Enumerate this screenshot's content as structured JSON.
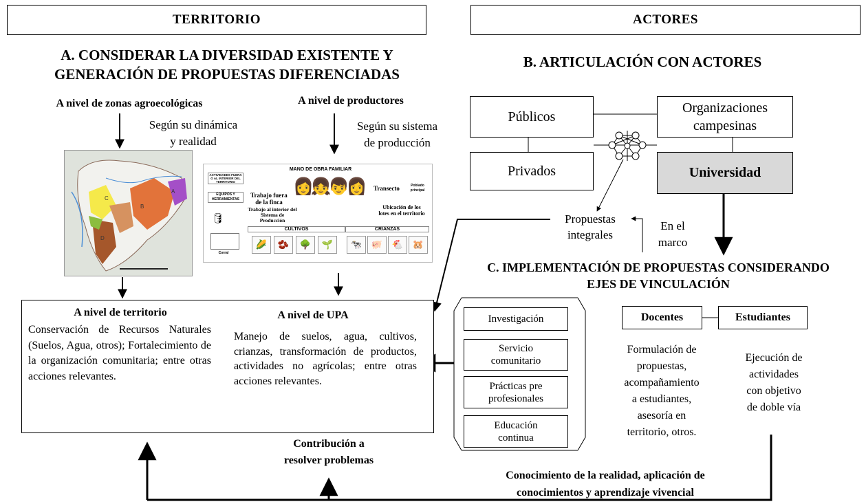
{
  "headers": {
    "territorio": "TERRITORIO",
    "actores": "ACTORES"
  },
  "section_a": {
    "line1": "A. CONSIDERAR LA DIVERSIDAD EXISTENTE Y",
    "line2": "GENERACIÓN DE PROPUESTAS DIFERENCIADAS"
  },
  "section_b": {
    "title": "B. ARTICULACIÓN CON ACTORES"
  },
  "section_c": {
    "line1": "C. IMPLEMENTACIÓN DE PROPUESTAS CONSIDERANDO",
    "line2": "EJES DE VINCULACIÓN"
  },
  "zonas": {
    "title": "A nivel de zonas agroecológicas",
    "note_line1": "Según su dinámica",
    "note_line2": "y realidad"
  },
  "productores": {
    "title": "A nivel de productores",
    "note_line1": "Según su sistema",
    "note_line2": "de producción"
  },
  "territorio_box": {
    "title": "A nivel de territorio",
    "text": "Conservación de Recursos Naturales (Suelos, Agua, otros); Fortalecimiento de la organización comunitaria; entre otras acciones relevantes."
  },
  "upa_box": {
    "title": "A nivel de UPA",
    "text": "Manejo de suelos, agua, cultivos, crianzas, transformación de productos, actividades no agrícolas; entre otras acciones relevantes."
  },
  "actors": {
    "publicos": "Públicos",
    "privados": "Privados",
    "organizaciones_1": "Organizaciones",
    "organizaciones_2": "campesinas",
    "universidad": "Universidad"
  },
  "propuestas": {
    "line1": "Propuestas",
    "line2": "integrales"
  },
  "en_el_marco": {
    "line1": "En el",
    "line2": "marco"
  },
  "ejes": [
    "Investigación",
    [
      "Servicio",
      "comunitario"
    ],
    [
      "Prácticas pre",
      "profesionales"
    ],
    [
      "Educación",
      "continua"
    ]
  ],
  "ejes_flat": {
    "e1": "Investigación",
    "e2a": "Servicio",
    "e2b": "comunitario",
    "e3a": "Prácticas pre",
    "e3b": "profesionales",
    "e4a": "Educación",
    "e4b": "continua"
  },
  "docentes": {
    "label": "Docentes",
    "l1": "Formulación de",
    "l2": "propuestas,",
    "l3": "acompañamiento",
    "l4": "a estudiantes,",
    "l5": "asesoría en",
    "l6": "territorio, otros."
  },
  "estudiantes": {
    "label": "Estudiantes",
    "l1": "Ejecución de",
    "l2": "actividades",
    "l3": "con objetivo",
    "l4": "de doble vía"
  },
  "contribucion": {
    "line1": "Contribución a",
    "line2": "resolver problemas"
  },
  "conocimiento": {
    "line1": "Conocimiento de la realidad, aplicación de",
    "line2": "conocimientos y aprendizaje vivencial"
  },
  "farm_illustration": {
    "title": "MANO DE OBRA FAMILIAR",
    "actividades": "ACTIVIDADES FUERA O AL INTERIOR DEL TERRITORIO",
    "equipos": "EQUIPOS Y HERRAMIENTAS",
    "trabajo_fuera": "Trabajo fuera de la finca",
    "trabajo_interior": "Trabajo al interior del Sistema de Producción",
    "transecto": "Transecto",
    "poblado": "Poblado principal",
    "ubicacion": "Ubicación de los lotes en el territorio",
    "cultivos": "CULTIVOS",
    "crianzas": "CRIANZAS",
    "corral": "Corral"
  },
  "map_illustration": {
    "zones": [
      "A",
      "B",
      "C",
      "D"
    ]
  }
}
